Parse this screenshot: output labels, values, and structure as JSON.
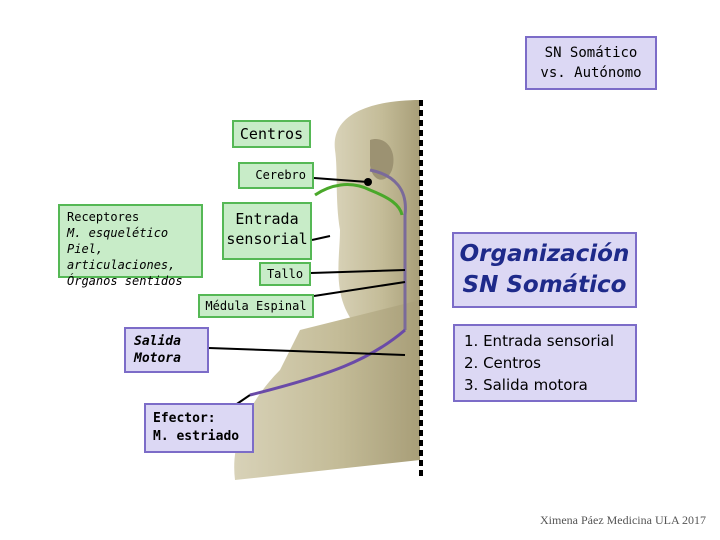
{
  "title": {
    "line1": "SN Somático",
    "line2": "vs. Autónomo"
  },
  "centros": "Centros",
  "cerebro": "Cerebro",
  "receptores": {
    "heading": "Receptores",
    "lines": [
      "M. esquelético",
      "Piel, articulaciones,",
      "Órganos sentidos"
    ]
  },
  "entrada": {
    "line1": "Entrada",
    "line2": "sensorial"
  },
  "tallo": "Tallo",
  "medula": "Médula Espinal",
  "salida": {
    "line1": "Salida",
    "line2": "Motora"
  },
  "efector": {
    "line1": "Efector:",
    "line2": "M. estriado"
  },
  "organizacion": {
    "line1": "Organización",
    "line2": "SN Somático"
  },
  "steps": [
    "1. Entrada sensorial",
    "2. Centros",
    "3. Salida motora"
  ],
  "credit": "Ximena Páez Medicina ULA 2017",
  "colors": {
    "green_box": "#c8ecc8",
    "purple_box": "#dcd8f4",
    "heading_blue": "#1e2a8a",
    "sensory_nerve": "#4aa82a",
    "motor_nerve": "#6a4aa8"
  }
}
